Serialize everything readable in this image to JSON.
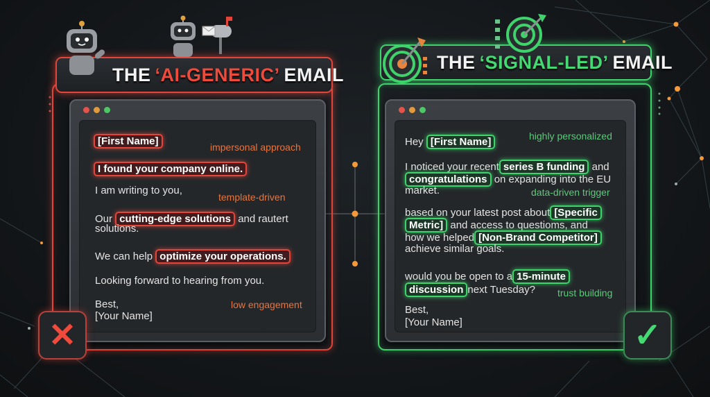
{
  "colors": {
    "background": "#121518",
    "negative_accent": "#e2463a",
    "positive_accent": "#3fd36b",
    "negative_note": "#e8743e",
    "positive_note": "#5cc97a",
    "node_orange": "#f59a3a"
  },
  "left_panel": {
    "title_prefix": "THE",
    "title_highlight": "‘AI-GENERIC’",
    "title_suffix": "EMAIL",
    "icons": [
      "robot-waving-icon",
      "robot-small-icon",
      "mailbox-icon"
    ],
    "email": {
      "line1_highlight": "[First Name]",
      "line2_highlight": "I found your company online.",
      "line3": "I am writing to you,",
      "line4_prefix": "Our",
      "line4_highlight": "cutting-edge solutions",
      "line4_suffix": "and rautert",
      "line5": "solutions.",
      "line6_prefix": "We can help",
      "line6_highlight": "optimize your operations.",
      "line7": "Looking forward to hearing from you.",
      "signoff": "Best,",
      "signature": "[Your Name]"
    },
    "annotations": {
      "a1": "impersonal approach",
      "a2": "template-driven",
      "a3": "low engagement"
    },
    "badge": "✕"
  },
  "right_panel": {
    "title_prefix": "THE",
    "title_highlight": "‘SIGNAL-LED’",
    "title_suffix": "EMAIL",
    "icons": [
      "target-arrow-icon",
      "target-circuit-icon"
    ],
    "email": {
      "greeting": "Hey",
      "greeting_highlight": "[First Name]",
      "p1_prefix": "I noticed your recent",
      "p1_highlight1": "series B funding",
      "p1_mid": "and",
      "p1_highlight2": "congratulations",
      "p1_suffix": "on expanding into the EU",
      "p1_end": "market.",
      "p2_prefix": "based on your latest post about",
      "p2_highlight1a": "[Specific",
      "p2_highlight1b": "Metric]",
      "p2_mid": "and access to questioms, and",
      "p2_line3_prefix": "how we helped",
      "p2_highlight2": "[Non-Brand Competitor]",
      "p2_end": "achieve similar goals.",
      "p3_prefix": "would you be open to a",
      "p3_highlight_a": "15-minute",
      "p3_highlight_b": "discussion",
      "p3_suffix": "next Tuesday?",
      "signoff": "Best,",
      "signature": "[Your Name]"
    },
    "annotations": {
      "a1": "highly personalized",
      "a2": "data-driven trigger",
      "a3": "trust building"
    },
    "badge": "✓"
  }
}
